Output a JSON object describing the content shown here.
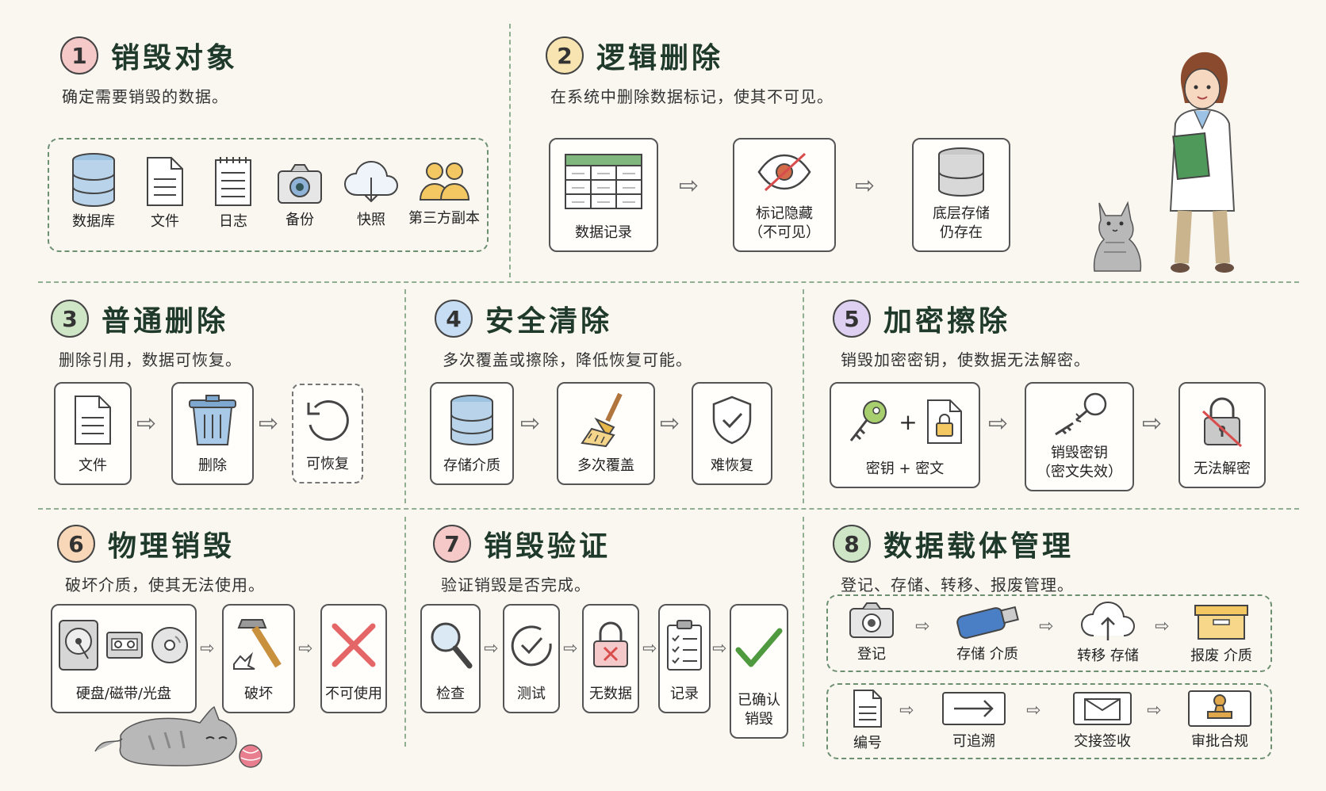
{
  "colors": {
    "num1": "#f6c9c9",
    "num2": "#f7e4b0",
    "num3": "#cfe6c6",
    "num4": "#c7ddf3",
    "num5": "#ddd0f0",
    "num6": "#f8d7b8",
    "num7": "#f6c9c9",
    "num8": "#cfe6c6",
    "accent_red": "#d94c4c",
    "accent_green": "#4f9a3e",
    "divider": "#8fae92"
  },
  "s1": {
    "num": "1",
    "title": "销毁对象",
    "desc": "确定需要销毁的数据。",
    "items": [
      "数据库",
      "文件",
      "日志",
      "备份",
      "快照",
      "第三方副本"
    ]
  },
  "s2": {
    "num": "2",
    "title": "逻辑删除",
    "desc": "在系统中删除数据标记，使其不可见。",
    "c1": "数据记录",
    "c2a": "标记隐藏",
    "c2b": "（不可见）",
    "c3a": "底层存储",
    "c3b": "仍存在"
  },
  "s3": {
    "num": "3",
    "title": "普通删除",
    "desc": "删除引用，数据可恢复。",
    "c1": "文件",
    "c2": "删除",
    "c3": "可恢复"
  },
  "s4": {
    "num": "4",
    "title": "安全清除",
    "desc": "多次覆盖或擦除，降低恢复可能。",
    "c1": "存储介质",
    "c2": "多次覆盖",
    "c3": "难恢复"
  },
  "s5": {
    "num": "5",
    "title": "加密擦除",
    "desc": "销毁加密密钥，使数据无法解密。",
    "c1": "密钥 + 密文",
    "c2a": "销毁密钥",
    "c2b": "（密文失效）",
    "c3": "无法解密"
  },
  "s6": {
    "num": "6",
    "title": "物理销毁",
    "desc": "破坏介质，使其无法使用。",
    "c1": "硬盘/磁带/光盘",
    "c2": "破坏",
    "c3": "不可使用"
  },
  "s7": {
    "num": "7",
    "title": "销毁验证",
    "desc": "验证销毁是否完成。",
    "c1": "检查",
    "c2": "测试",
    "c3": "无数据",
    "c4": "记录",
    "c5a": "已确认",
    "c5b": "销毁"
  },
  "s8": {
    "num": "8",
    "title": "数据载体管理",
    "desc": "登记、存储、转移、报废管理。",
    "r1": [
      "登记",
      "存储 介质",
      "转移 存储",
      "报废 介质"
    ],
    "r2": [
      "编号",
      "可追溯",
      "交接签收",
      "审批合规"
    ]
  }
}
